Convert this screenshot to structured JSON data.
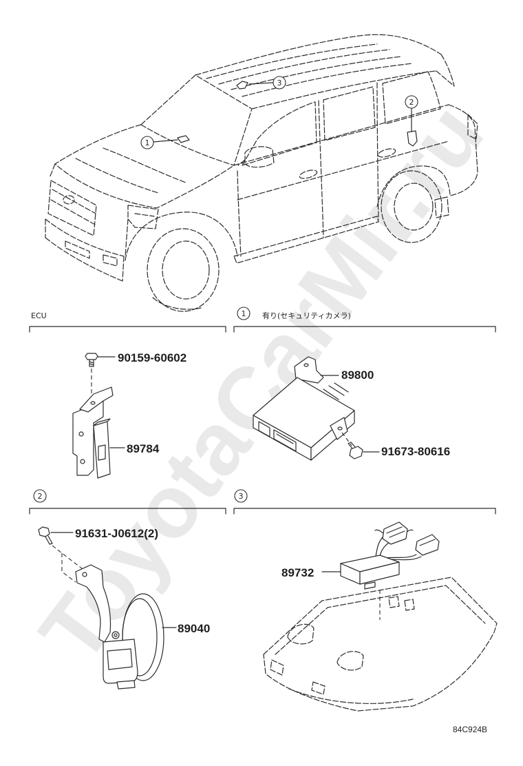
{
  "colors": {
    "line": "#2a2a2a",
    "background": "#ffffff",
    "watermark": "#e9e9e9"
  },
  "watermark": "ToyotaCarMir.ru",
  "vehicle": {
    "callout_labels": [
      "1",
      "2",
      "3"
    ]
  },
  "sections": {
    "ecu": {
      "header": "ECU",
      "part_numbers": {
        "bolt": "90159-60602",
        "ecu": "89784"
      }
    },
    "variant_1": {
      "marker": "1",
      "header": "有り(セキュリティカメラ)",
      "part_numbers": {
        "unit": "89800",
        "bolt": "91673-80616"
      }
    },
    "variant_2": {
      "marker": "2",
      "part_numbers": {
        "bolt": "91631-J0612(2)",
        "horn": "89040"
      }
    },
    "variant_3": {
      "marker": "3",
      "part_numbers": {
        "module": "89732"
      }
    }
  },
  "illustration_id": "84C924B"
}
